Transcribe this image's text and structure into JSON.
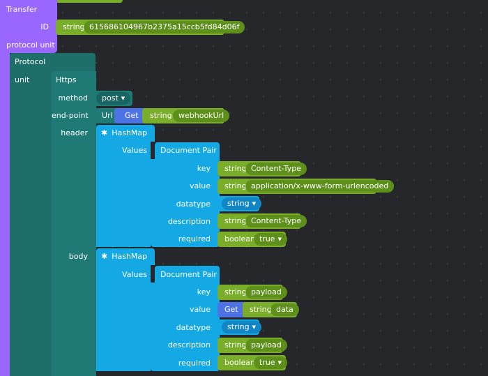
{
  "transfer": {
    "title": "Transfer",
    "id_label": "ID",
    "id_type": "string",
    "id_value": "615686104967b2375a15ccb5fd84d06f",
    "protocol_unit_label": "protocol unit"
  },
  "protocol": {
    "title": "Protocol",
    "unit_label": "unit"
  },
  "https": {
    "title": "Https",
    "method_label": "method",
    "method_value": "post",
    "endpoint_label": "end-point",
    "url_label": "Url",
    "get_label": "Get",
    "endpoint_type": "string",
    "endpoint_value": "webhookUrl",
    "header_label": "header",
    "body_label": "body"
  },
  "header_map": {
    "title": "HashMap",
    "values_label": "Values",
    "pair_title": "Document Pair",
    "key_label": "key",
    "key_type": "string",
    "key_value": "Content-Type",
    "value_label": "value",
    "value_type": "string",
    "value_value": "application/x-www-form-urlencoded",
    "datatype_label": "datatype",
    "datatype_value": "string",
    "description_label": "description",
    "description_type": "string",
    "description_value": "Content-Type",
    "required_label": "required",
    "required_type": "boolean",
    "required_value": "true"
  },
  "body_map": {
    "title": "HashMap",
    "values_label": "Values",
    "pair_title": "Document Pair",
    "key_label": "key",
    "key_type": "string",
    "key_value": "payload",
    "value_label": "value",
    "value_get_label": "Get",
    "value_type": "string",
    "value_value": "data",
    "datatype_label": "datatype",
    "datatype_value": "string",
    "description_label": "description",
    "description_type": "string",
    "description_value": "payload",
    "required_label": "required",
    "required_type": "boolean",
    "required_value": "true"
  },
  "colors": {
    "transfer_block": "#9966ff",
    "protocol_block": "#1e6e6a",
    "hashmap_block": "#14a8e4",
    "string_block": "#7aad2a",
    "get_block": "#4c72e6"
  }
}
